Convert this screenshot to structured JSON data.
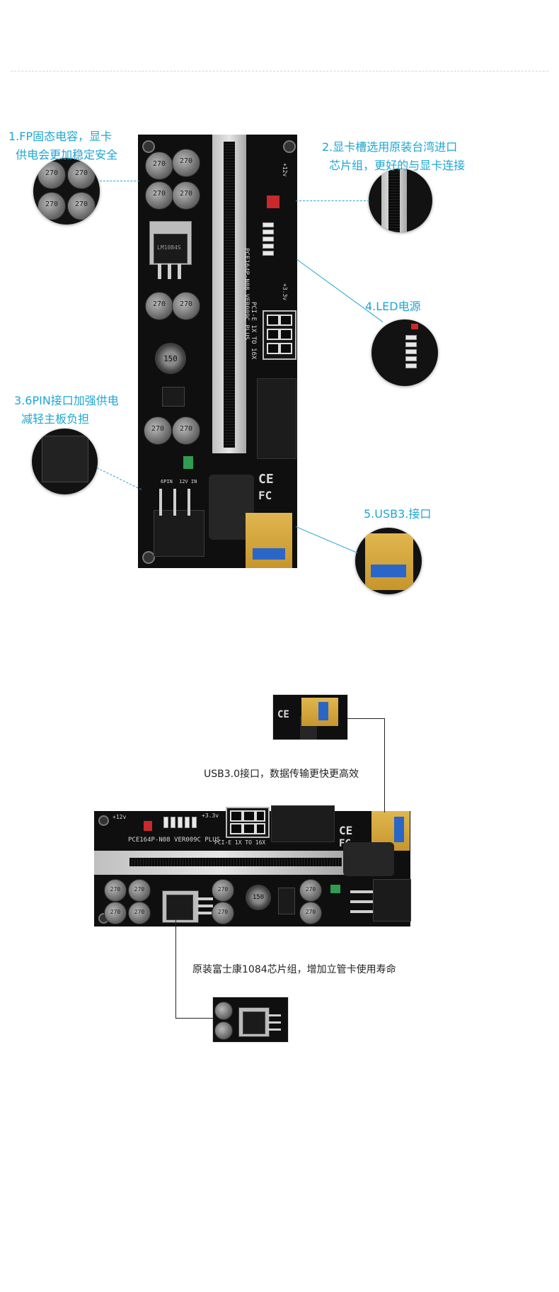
{
  "callouts": {
    "fp_cap": "1.FP固态电容，显卡\n  供电会更加稳定安全",
    "slot": "2.显卡槽选用原装台湾进口\n  芯片组，更好的与显卡连接",
    "six_pin": "3.6PIN接口加强供电\n  减轻主板负担",
    "led": "4.LED电源",
    "usb": "5.USB3.接口"
  },
  "captions": {
    "usb30": "USB3.0接口，数据传输更快更高效",
    "chipset": "原装富士康1084芯片组，增加立管卡使用寿命"
  },
  "board_labels": {
    "model": "PCE164P-N08  VER009C PLUS",
    "pcie": "PCI-E 1X TO 16X",
    "v12": "+12v",
    "v33": "+3.3v",
    "cap_label": "270",
    "inductor": "150",
    "ce": "CE",
    "fc": "FC",
    "six_pin": "6PIN",
    "v12in": "12V IN",
    "regulator": "LM1084S"
  },
  "colors": {
    "callout": "#1fa6d0",
    "board": "#0f0f10",
    "usb_gold": "#d6a73f",
    "usb_blue": "#2a66c8"
  }
}
